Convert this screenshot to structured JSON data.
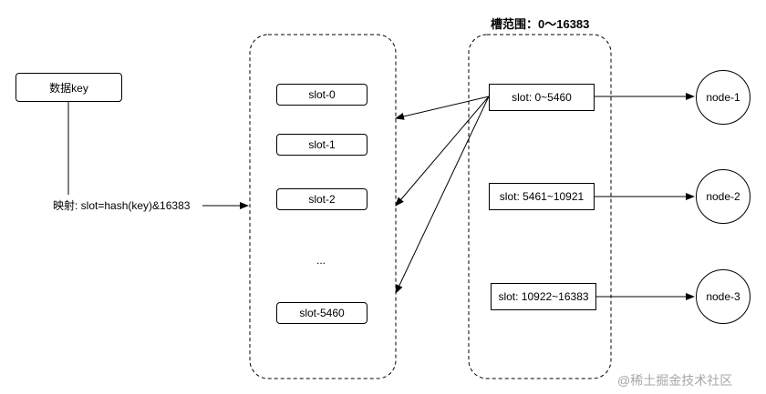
{
  "data_key": "数据key",
  "mapping_label": "映射: slot=hash(key)&16383",
  "slot_range_title": "槽范围：0～16383",
  "slots": [
    "slot-0",
    "slot-1",
    "slot-2",
    "...",
    "slot-5460"
  ],
  "ranges": [
    "slot: 0~5460",
    "slot: 5461~10921",
    "slot: 10922~16383"
  ],
  "nodes": [
    "node-1",
    "node-2",
    "node-3"
  ],
  "watermark": "@稀土掘金技术社区"
}
